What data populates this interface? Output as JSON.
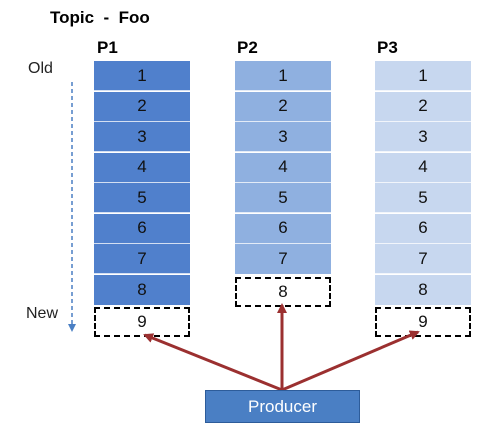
{
  "title": "Topic  -  Foo",
  "labels": {
    "old": "Old",
    "new": "New"
  },
  "producer": "Producer",
  "partitions": [
    {
      "name": "P1",
      "color": "#5080cc",
      "messages": [
        "1",
        "2",
        "3",
        "4",
        "5",
        "6",
        "7",
        "8"
      ],
      "pending": "9"
    },
    {
      "name": "P2",
      "color": "#8fb0e0",
      "messages": [
        "1",
        "2",
        "3",
        "4",
        "5",
        "6",
        "7"
      ],
      "pending": "8"
    },
    {
      "name": "P3",
      "color": "#c7d7ef",
      "messages": [
        "1",
        "2",
        "3",
        "4",
        "5",
        "6",
        "7",
        "8"
      ],
      "pending": "9"
    }
  ],
  "colors": {
    "arrow": "#9b3030",
    "timeline": "#4a7fc4",
    "producer": "#4a7fc4"
  }
}
